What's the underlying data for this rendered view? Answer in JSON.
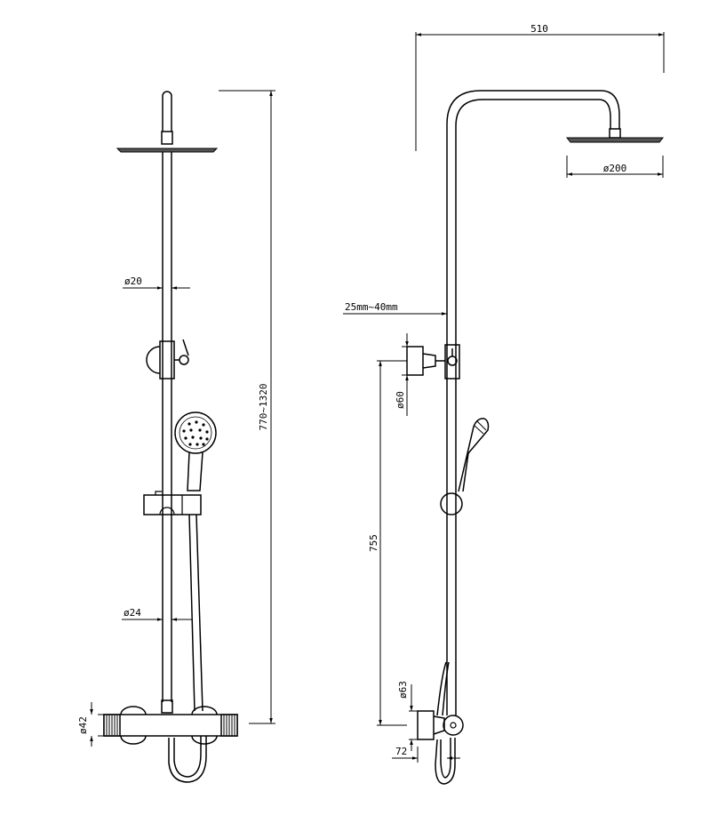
{
  "colors": {
    "line": "#000000",
    "background": "#ffffff",
    "shade": "#555555"
  },
  "front_view": {
    "height_range": "770~1320",
    "pipe_diameter_upper": "ø20",
    "pipe_diameter_lower": "ø24",
    "valve_diameter": "ø42"
  },
  "side_view": {
    "arm_reach": "510",
    "head_diameter": "ø200",
    "wall_gap": "25mm~40mm",
    "diverter_diameter": "ø60",
    "outlet_spacing": "755",
    "knob_diameter": "ø63",
    "wall_offset": "72"
  }
}
